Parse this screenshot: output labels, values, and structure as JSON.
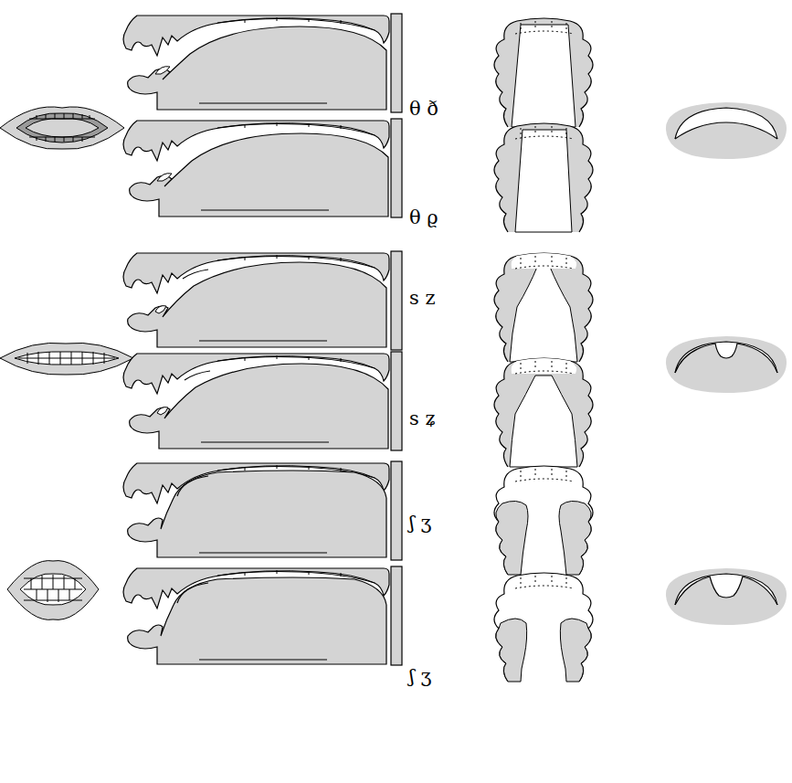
{
  "diagram": {
    "labels": [
      "θ ð",
      "θ ϱ",
      "s z",
      "s ʑ",
      "ʃ ʒ",
      "ʃ ʒ"
    ]
  }
}
